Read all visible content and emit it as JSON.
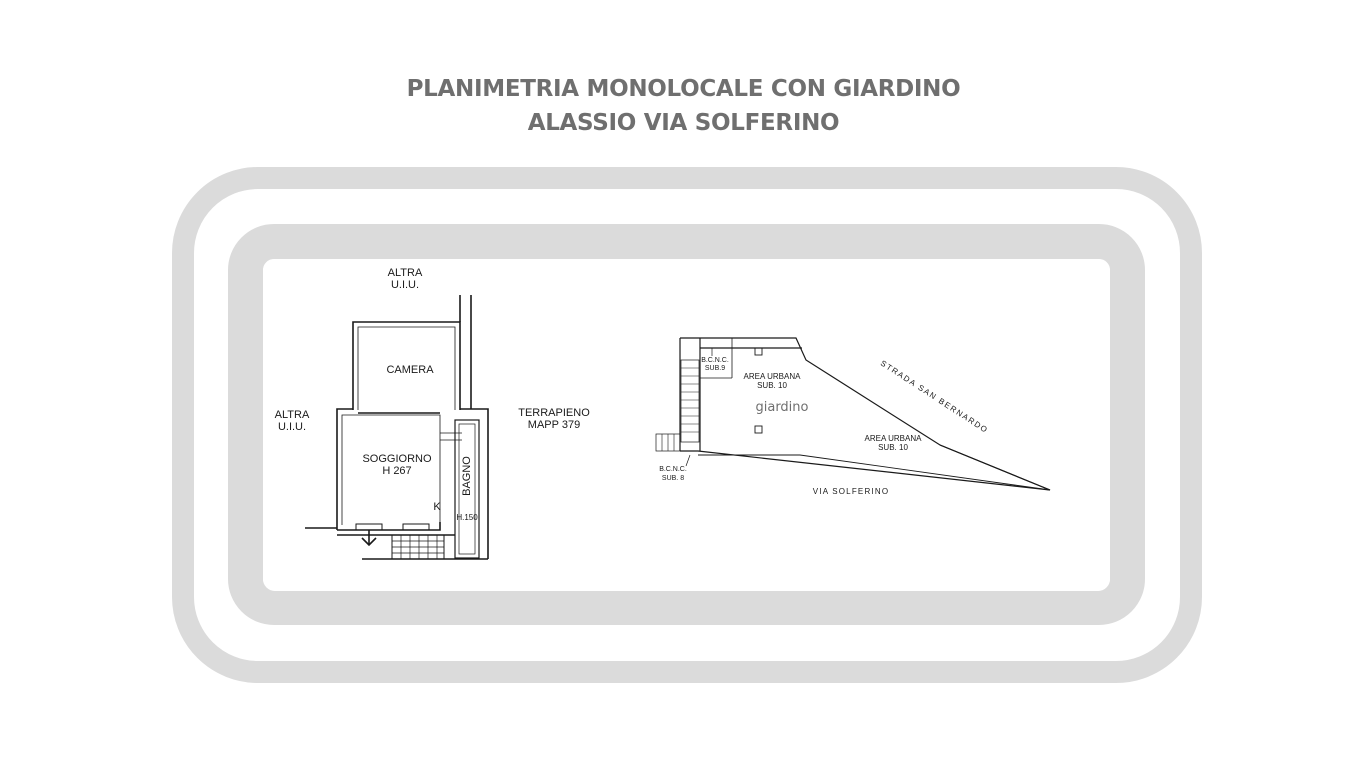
{
  "title": {
    "line1": "PLANIMETRIA MONOLOCALE CON GIARDINO",
    "line2": "ALASSIO VIA SOLFERINO"
  },
  "floor_plan": {
    "altra_top_1": "ALTRA",
    "altra_top_2": "U.I.U.",
    "altra_left_1": "ALTRA",
    "altra_left_2": "U.I.U.",
    "camera": "CAMERA",
    "soggiorno": "SOGGIORNO",
    "soggiorno_h": "H 267",
    "bagno": "BAGNO",
    "bagno_h": "H.150",
    "k": "K",
    "terrapieno_1": "TERRAPIENO",
    "terrapieno_2": "MAPP 379"
  },
  "site_plan": {
    "bcnc_top_1": "B.C.N.C.",
    "bcnc_top_2": "SUB.9",
    "area_top_1": "AREA URBANA",
    "area_top_2": "SUB. 10",
    "giardino": "giardino",
    "area_right_1": "AREA URBANA",
    "area_right_2": "SUB. 10",
    "bcnc_bottom_1": "B.C.N.C.",
    "bcnc_bottom_2": "SUB. 8",
    "strada": "STRADA SAN BERNARDO",
    "via": "VIA SOLFERINO"
  }
}
